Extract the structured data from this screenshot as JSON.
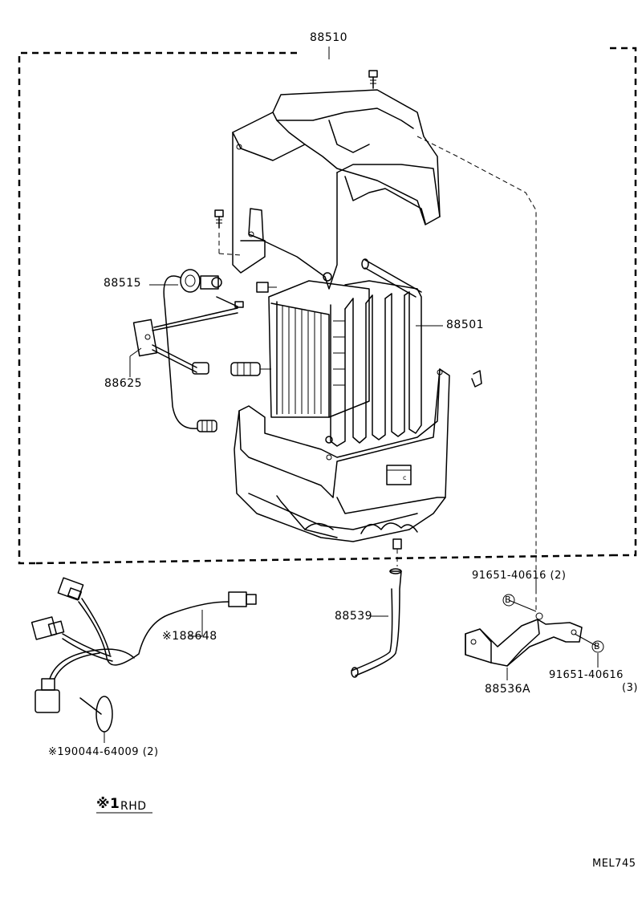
{
  "labels": {
    "assembly": "88510",
    "expansion_valve": "88515",
    "evaporator": "88501",
    "thermistor": "88625",
    "wire_harness": "※188648",
    "drain_hose": "88539",
    "bolt_1": "91651-40616 (2)",
    "bolt_2_number": "91651-40616",
    "bolt_2_qty": "(3)",
    "bracket": "88536A",
    "clamp": "※190044-64009 (2)"
  },
  "callouts": {
    "bolt_marker": "B"
  },
  "legend": {
    "mark": "※1",
    "text": "RHD"
  },
  "diagram_code": "MEL745"
}
